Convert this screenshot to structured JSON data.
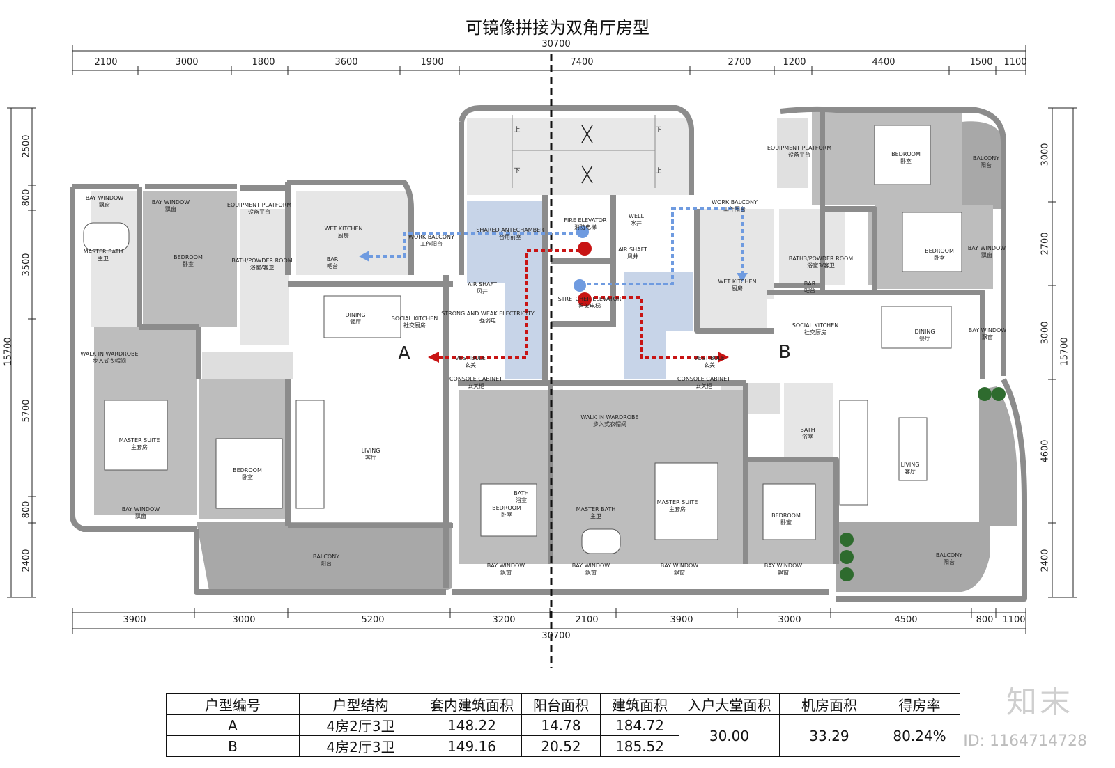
{
  "title": "可镜像拼接为双角厅房型",
  "dims": {
    "total": "30700",
    "top_left": [
      "2100",
      "3000",
      "1800",
      "3600",
      "1900"
    ],
    "top_mid": "7400",
    "top_right": [
      "2700",
      "1200",
      "4400",
      "1500",
      "1100"
    ],
    "bottom": [
      "3900",
      "3000",
      "5200",
      "3200",
      "2100",
      "3900",
      "3000",
      "4500",
      "800",
      "1100"
    ],
    "left": [
      "2500",
      "800",
      "3500",
      "5700",
      "800",
      "2400"
    ],
    "left_total": "15700",
    "right": [
      "3000",
      "2700",
      "3000",
      "4600",
      "2400"
    ],
    "right_total": "15700"
  },
  "units": {
    "A": "A",
    "B": "B"
  },
  "rooms": {
    "bay_window": "BAY WINDOW",
    "bay_window_cn": "飘窗",
    "master_bath": "MASTER BATH",
    "master_bath_cn": "主卫",
    "bedroom": "BEDROOM",
    "bedroom_cn": "卧室",
    "equipment": "EQUIPMENT PLATFORM",
    "equipment_cn": "设备平台",
    "wet_kitchen": "WET KITCHEN",
    "wet_kitchen_cn": "厨房",
    "bath_powder": "BATH/POWDER ROOM",
    "bath_powder_cn": "浴室/客卫",
    "bath3_powder": "BATH3/POWDER ROOM",
    "bath3_powder_cn": "浴室3/客卫",
    "bar": "BAR",
    "bar_cn": "吧台",
    "work_balcony": "WORK BALCONY",
    "work_balcony_cn": "工作阳台",
    "shared_ante": "SHARED ANTECHAMBER",
    "shared_ante_cn": "合用前室",
    "fire_elevator": "FIRE ELEVATOR",
    "fire_elevator_cn": "消防电梯",
    "well": "WELL",
    "well_cn": "水井",
    "air_shaft": "AIR SHAFT",
    "air_shaft_cn": "风井",
    "stretcher": "STRETCHER ELEVATOR",
    "stretcher_cn": "担架电梯",
    "strong_weak": "STRONG AND WEAK ELECTRICITY",
    "strong_weak_cn": "强弱电",
    "walk_in": "WALK IN WARDROBE",
    "walk_in_cn": "步入式衣帽间",
    "dining": "DINING",
    "dining_cn": "餐厅",
    "social_kitchen": "SOCIAL KITCHEN",
    "social_kitchen_cn": "社交厨房",
    "vestibule": "VESTIBULE",
    "vestibule_cn": "玄关",
    "console": "CONSOLE CABINET",
    "console_cn": "玄关柜",
    "master_suite": "MASTER SUITE",
    "master_suite_cn": "主套房",
    "living": "LIVING",
    "living_cn": "客厅",
    "bath": "BATH",
    "bath_cn": "浴室",
    "balcony": "BALCONY",
    "balcony_cn": "阳台",
    "stair_up": "上",
    "stair_down": "下"
  },
  "table": {
    "headers": [
      "户型编号",
      "户型结构",
      "套内建筑面积",
      "阳台面积",
      "建筑面积",
      "入户大堂面积",
      "机房面积",
      "得房率"
    ],
    "rows": [
      [
        "A",
        "4房2厅3卫",
        "148.22",
        "14.78",
        "184.72"
      ],
      [
        "B",
        "4房2厅3卫",
        "149.16",
        "20.52",
        "185.52"
      ]
    ],
    "lobby_area": "30.00",
    "machine_area": "33.29",
    "efficiency": "80.24%"
  },
  "watermark": "知末",
  "watermark_id": "ID: 1164714728",
  "colors": {
    "wall": "#8c8c8c",
    "wet_floor": "#e6e6e6",
    "grey_floor": "#bdbdbd",
    "balcony": "#a8a8a8",
    "ante_blue": "#c7d4e8",
    "red_path": "#c81414",
    "blue_path": "#6f9be0"
  }
}
